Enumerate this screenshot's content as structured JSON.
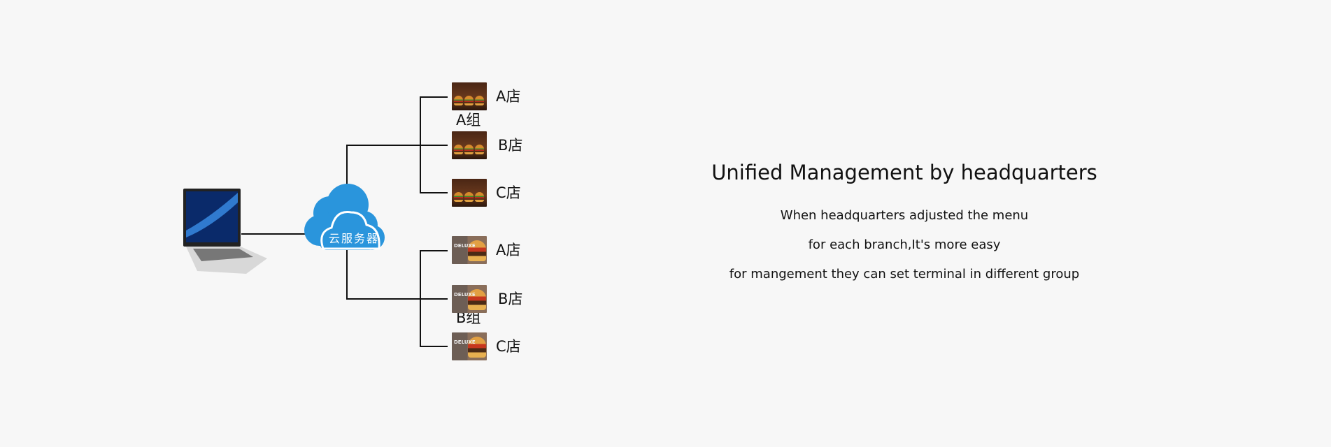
{
  "cloud_label": "云服务器",
  "groups": [
    {
      "label": "A组",
      "stores": [
        "A店",
        "B店",
        "C店"
      ]
    },
    {
      "label": "B组",
      "stores": [
        "A店",
        "B店",
        "C店"
      ]
    }
  ],
  "thumb_text": "DELUXE",
  "colors": {
    "cloud": "#2a95dc",
    "line": "#111111",
    "bg": "#f7f7f7"
  },
  "title": "Unified Management by headquarters",
  "desc": [
    "When headquarters adjusted the menu",
    "for each branch,It's more easy",
    "for mangement they can set terminal in different group"
  ]
}
